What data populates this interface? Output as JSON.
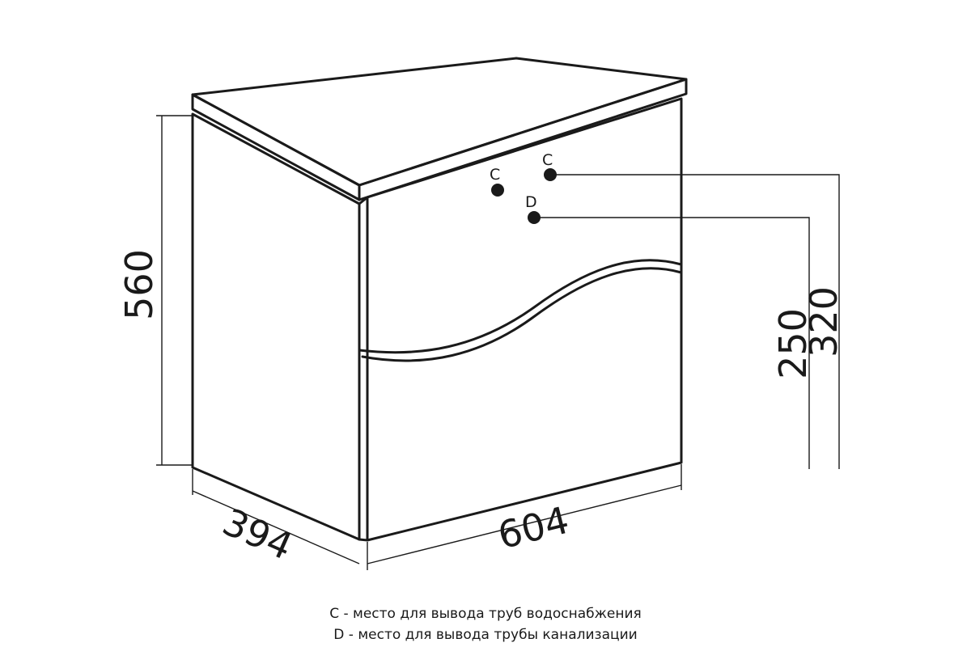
{
  "dimensions": {
    "height": "560",
    "depth": "394",
    "width": "604",
    "drain_height": "250",
    "supply_height": "320"
  },
  "points": {
    "c_left": "C",
    "c_right": "C",
    "d": "D"
  },
  "legend": {
    "c": "C - место для вывода труб водоснабжения",
    "d": "D - место для вывода трубы канализации"
  },
  "colors": {
    "line": "#1a1a1a",
    "background": "#ffffff"
  }
}
